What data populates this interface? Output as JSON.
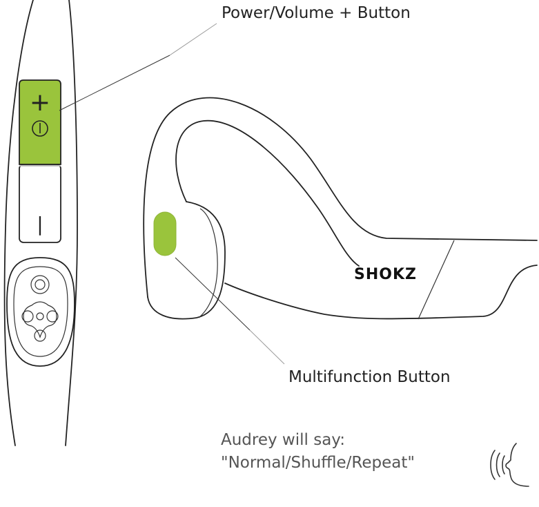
{
  "labels": {
    "power_volume": "Power/Volume + Button",
    "multifunction": "Multifunction Button"
  },
  "brand": "SHOKZ",
  "speech": {
    "line1": "Audrey will say:",
    "line2": "\"Normal/Shuffle/Repeat\""
  },
  "button_symbols": {
    "plus": "+",
    "minus": "|"
  },
  "icons": {
    "power": "power-icon",
    "speaking": "speaking-head-icon"
  },
  "colors": {
    "accent_green": "#9ac43c",
    "outline": "#222222",
    "speech_text": "#555555"
  }
}
